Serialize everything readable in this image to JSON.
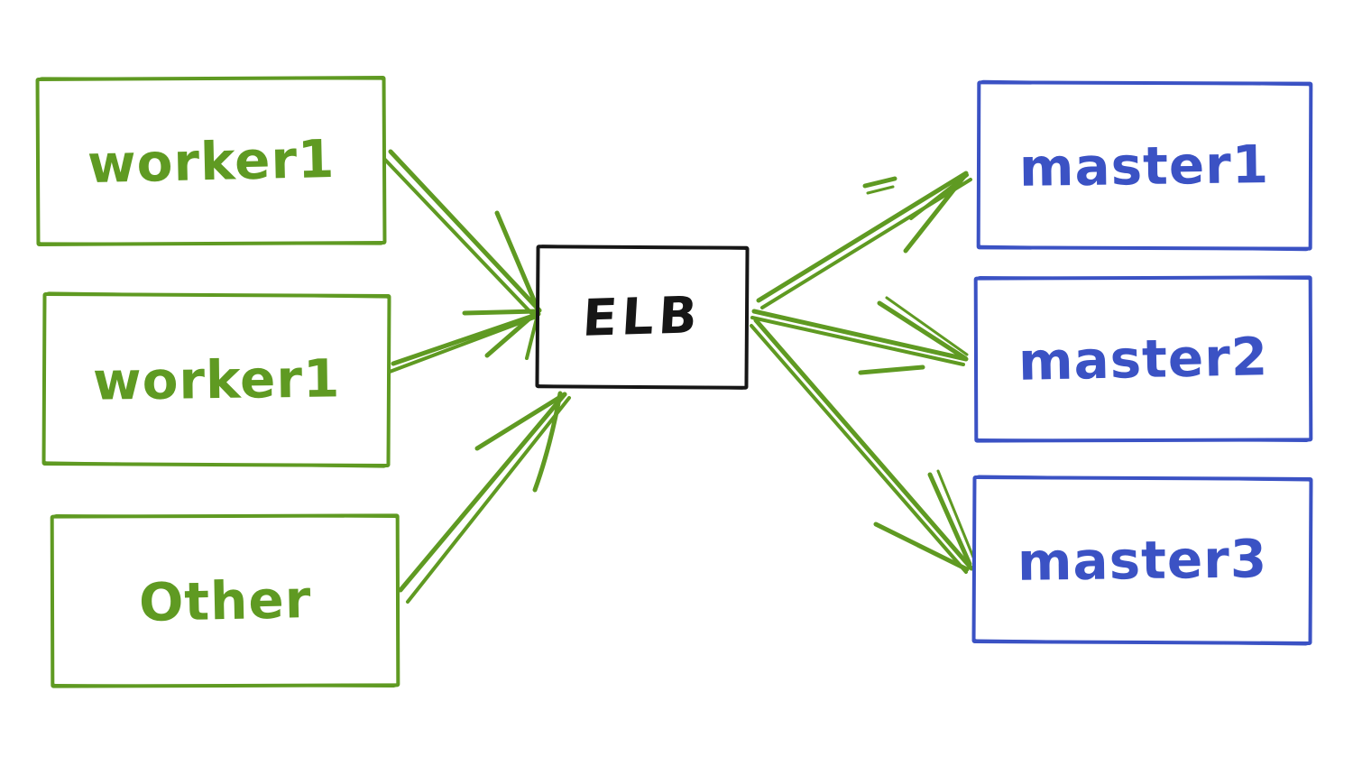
{
  "colors": {
    "green": "#5f9a22",
    "blue": "#3b52c4",
    "black": "#161616",
    "canvas": "#ffffff"
  },
  "nodes": {
    "workers": [
      {
        "label": "worker1"
      },
      {
        "label": "worker1"
      },
      {
        "label": "Other"
      }
    ],
    "load_balancer": {
      "label": "ELB"
    },
    "masters": [
      {
        "label": "master1"
      },
      {
        "label": "master2"
      },
      {
        "label": "master3"
      }
    ]
  },
  "edges": [
    {
      "from": "worker1",
      "to": "ELB"
    },
    {
      "from": "worker1",
      "to": "ELB"
    },
    {
      "from": "Other",
      "to": "ELB"
    },
    {
      "from": "ELB",
      "to": "master1"
    },
    {
      "from": "ELB",
      "to": "master2"
    },
    {
      "from": "ELB",
      "to": "master3"
    }
  ]
}
